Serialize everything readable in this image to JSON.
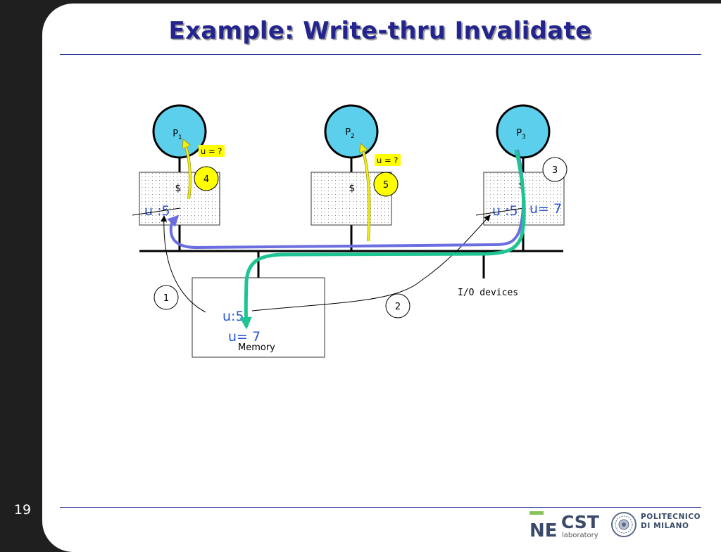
{
  "slide": {
    "title": "Example: Write-thru Invalidate",
    "page_number": "19"
  },
  "diagram": {
    "processors": [
      {
        "letter": "P",
        "sub": "1"
      },
      {
        "letter": "P",
        "sub": "2"
      },
      {
        "letter": "P",
        "sub": "3"
      }
    ],
    "cache_symbol": "$",
    "cache_p1_value": "u :5",
    "cache_p3_old_value": "u :5",
    "cache_p3_new_value": "u= 7",
    "query_p1": "u = ?",
    "query_p2": "u = ?",
    "steps": [
      "1",
      "2",
      "3",
      "4",
      "5"
    ],
    "memory_old_value": "u:5",
    "memory_new_value": "u= 7",
    "memory_label": "Memory",
    "io_label": "I/O devices"
  },
  "logos": {
    "necst_ne": "NE",
    "necst_cst": "CST",
    "necst_sub": "laboratory",
    "polimi_line1": "POLITECNICO",
    "polimi_line2": "DI MILANO"
  },
  "colors": {
    "title": "#24248f",
    "processor_fill": "#5ccfec",
    "highlight_yellow": "#ffff00",
    "arrow_purple": "#6a6ee0",
    "arrow_green": "#1fc494",
    "value_blue": "#2a55d6",
    "rule_blue": "#2c3e9b"
  }
}
